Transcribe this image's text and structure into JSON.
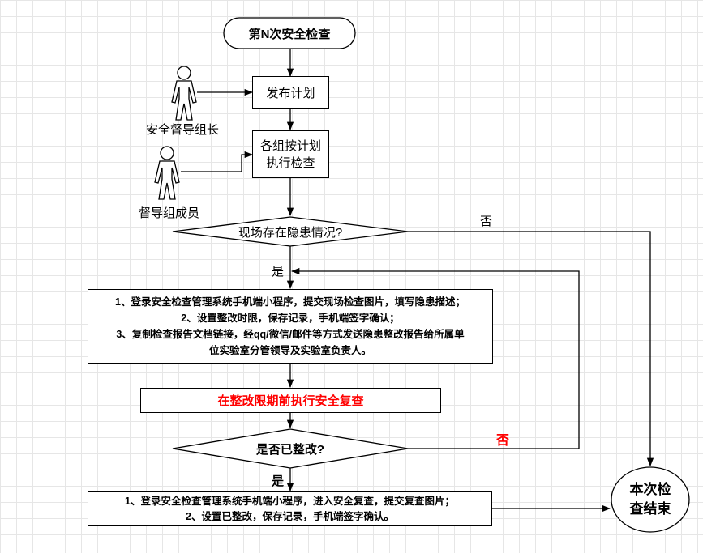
{
  "nodes": {
    "start": "第N次安全检查",
    "publish_plan": "发布计划",
    "execute_line1": "各组按计划",
    "execute_line2": "执行检查",
    "hazard_question": "现场存在隐患情况?",
    "steps_line1": "1、登录安全检查管理系统手机端小程序，提交现场检查图片，填写隐患描述；",
    "steps_line2": "2、设置整改时限，保存记录，手机端签字确认；",
    "steps_line3": "3、复制检查报告文档链接，经qq/微信/邮件等方式发送隐患整改报告给所属单",
    "steps_line4": "位实验室分管领导及实验室负责人。",
    "recheck": "在整改限期前执行安全复查",
    "rectified_question": "是否已整改?",
    "final_line1": "1、登录安全检查管理系统手机端小程序，进入安全复查，提交复查图片；",
    "final_line2": "2、设置已整改，保存记录，手机端签字确认。",
    "end_line1": "本次检",
    "end_line2": "查结束"
  },
  "actors": {
    "leader": "安全督导组长",
    "member": "督导组成员"
  },
  "edge_labels": {
    "no_hazard": "否",
    "yes_hazard": "是",
    "not_rectified": "否",
    "rectified": "是"
  },
  "colors": {
    "line": "#000000",
    "highlight": "#ff0000",
    "grid": "#e6e6e6"
  }
}
